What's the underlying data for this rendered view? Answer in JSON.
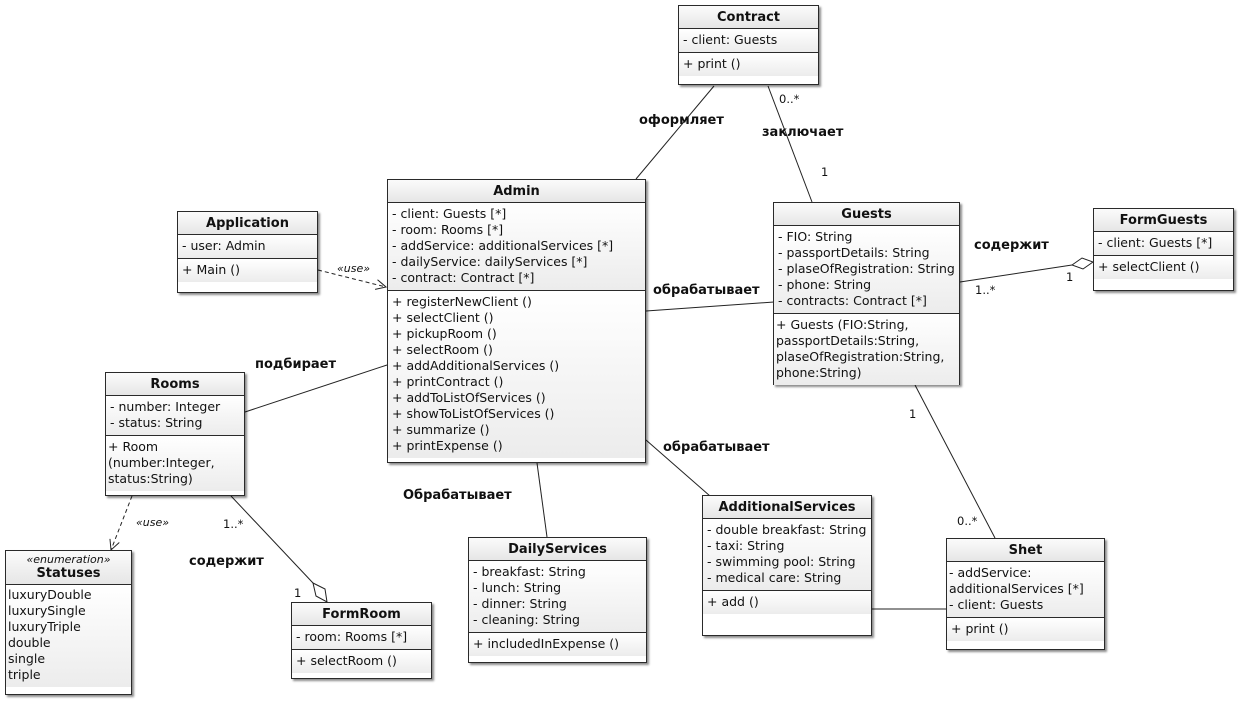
{
  "classes": {
    "contract": {
      "name": "Contract",
      "attributes": [
        "- client: Guests"
      ],
      "operations": [
        "+ print ()"
      ]
    },
    "admin": {
      "name": "Admin",
      "attributes": [
        "- client: Guests [*]",
        "- room: Rooms [*]",
        "- addService: additionalServices [*]",
        "- dailyService: dailyServices [*]",
        "- contract: Contract [*]"
      ],
      "operations": [
        "+ registerNewClient ()",
        "+ selectClient ()",
        "+ pickupRoom ()",
        "+ selectRoom ()",
        "+ addAdditionalServices ()",
        "+ printContract ()",
        "+ addToListOfServices ()",
        "+ showToListOfServices ()",
        "+ summarize ()",
        "+ printExpense ()"
      ]
    },
    "application": {
      "name": "Application",
      "attributes": [
        "- user: Admin"
      ],
      "operations": [
        "+ Main ()"
      ]
    },
    "guests": {
      "name": "Guests",
      "attributes": [
        "- FIO: String",
        "- passportDetails: String",
        "- plaseOfRegistration: String",
        "- phone: String",
        "- contracts: Contract [*]"
      ],
      "operations": [
        "+ Guests (FIO:String, passportDetails:String, plaseOfRegistration:String, phone:String)"
      ]
    },
    "formguests": {
      "name": "FormGuests",
      "attributes": [
        "- client: Guests [*]"
      ],
      "operations": [
        "+ selectClient ()"
      ]
    },
    "rooms": {
      "name": "Rooms",
      "attributes": [
        "- number: Integer",
        "- status: String"
      ],
      "operations": [
        "+ Room (number:Integer, status:String)"
      ]
    },
    "statuses": {
      "stereotype": "«enumeration»",
      "name": "Statuses",
      "literals": [
        "luxuryDouble",
        "luxurySingle",
        "luxuryTriple",
        "double",
        "single",
        "triple"
      ]
    },
    "formroom": {
      "name": "FormRoom",
      "attributes": [
        "- room: Rooms [*]"
      ],
      "operations": [
        "+ selectRoom ()"
      ]
    },
    "dailyservices": {
      "name": "DailyServices",
      "attributes": [
        "- breakfast: String",
        "- lunch: String",
        "- dinner: String",
        "- cleaning: String"
      ],
      "operations": [
        "+ includedInExpense ()"
      ]
    },
    "additionalservices": {
      "name": "AdditionalServices",
      "attributes": [
        "- double breakfast: String",
        "- taxi: String",
        "- swimming pool: String",
        "- medical care: String"
      ],
      "operations": [
        "+ add ()"
      ]
    },
    "shet": {
      "name": "Shet",
      "attributes": [
        "- addService: additionalServices [*]",
        "- client: Guests"
      ],
      "operations": [
        "+ print ()"
      ]
    }
  },
  "associations": {
    "oformlyaet": "оформляет",
    "zaklyuchaet": "заключает",
    "obrabatyvaet_guests": "обрабатывает",
    "obrabatyvaet_additional": "обрабатывает",
    "obrabatyvaet_daily": "Обрабатывает",
    "podbiraet": "подбирает",
    "soderzhit_guests": "содержит",
    "soderzhit_room": "содержит"
  },
  "multiplicities": {
    "contract_zero_many": "0..*",
    "guests_one_contract": "1",
    "guests_one_many": "1..*",
    "formguests_one": "1",
    "guests_one_shet": "1",
    "shet_zero_many": "0..*",
    "rooms_one_many": "1..*",
    "formroom_one": "1"
  },
  "dependencies": {
    "app_use": "«use»",
    "rooms_use": "«use»"
  }
}
